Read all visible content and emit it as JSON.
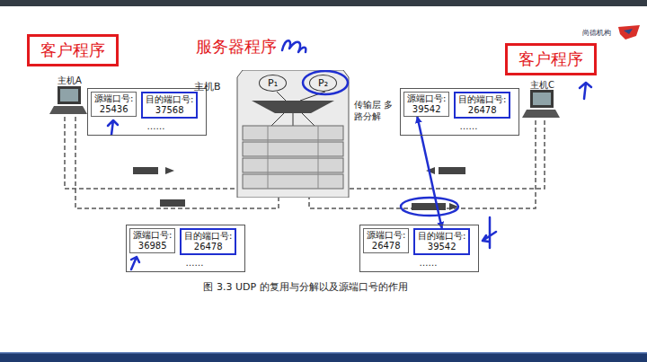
{
  "diagram": {
    "caption": "图 3.3 UDP 的复用与分解以及源端口号的作用",
    "nodes": [
      {
        "text": [
          "客户程序"
        ]
      },
      {
        "text": [
          "客户程序"
        ]
      },
      {
        "text": [
          "……"
        ]
      },
      {
        "text": [
          "源端口号:",
          "25436"
        ],
        "in": 2
      },
      {
        "text": [
          "目的端口号:",
          "37568"
        ],
        "in": 2
      },
      {
        "text": [
          "主机B"
        ]
      },
      {
        "text": [
          "P₁"
        ],
        "in": 5
      },
      {
        "text": [
          "P₂"
        ],
        "in": 5
      },
      {
        "text": [
          "……"
        ]
      },
      {
        "text": [
          "源端口号:",
          "39542"
        ],
        "in": 8
      },
      {
        "text": [
          "目的端口号:",
          "26478"
        ],
        "in": 8
      },
      {
        "text": [
          "……"
        ]
      },
      {
        "text": [
          "源端口号:",
          "36985"
        ],
        "in": 11
      },
      {
        "text": [
          "目的端口号:",
          "26478"
        ],
        "in": 11
      },
      {
        "text": [
          "……"
        ]
      },
      {
        "text": [
          "源端口号:",
          "26478"
        ],
        "in": 14
      },
      {
        "text": [
          "目的端口号:",
          "39542"
        ],
        "in": 14
      }
    ],
    "edges": [
      {
        "from": 9,
        "to": 16,
        "arrow": "both"
      }
    ],
    "labels": [
      "服务器程序",
      "主机A",
      "主机C",
      "传输层 多路分解",
      "尚德机构"
    ]
  }
}
